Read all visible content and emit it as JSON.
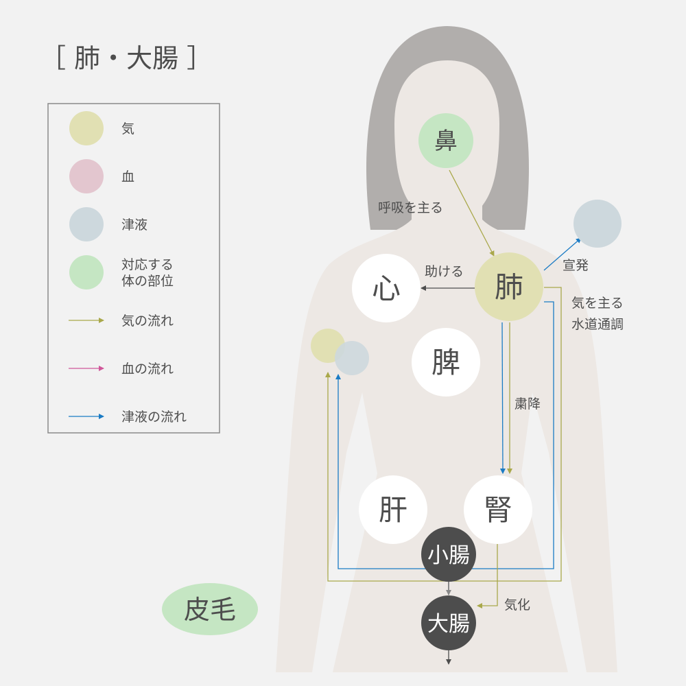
{
  "title": "［ 肺・大腸 ］",
  "legend": {
    "items": [
      {
        "label": "気",
        "color": "#e1e0b3"
      },
      {
        "label": "血",
        "color": "#e3c6cf"
      },
      {
        "label": "津液",
        "color": "#cdd8dd"
      },
      {
        "label_line1": "対応する",
        "label_line2": "体の部位",
        "color": "#c5e6c3"
      }
    ],
    "arrows": [
      {
        "label": "気の流れ",
        "color": "#a9a84a"
      },
      {
        "label": "血の流れ",
        "color": "#d0579a"
      },
      {
        "label": "津液の流れ",
        "color": "#1a7bc4"
      }
    ]
  },
  "organs": {
    "nose": "鼻",
    "lung": "肺",
    "heart": "心",
    "spleen": "脾",
    "liver": "肝",
    "kidney": "腎",
    "small_intestine": "小腸",
    "large_intestine": "大腸",
    "skin_hair": "皮毛"
  },
  "labels": {
    "breath": "呼吸を主る",
    "help": "助ける",
    "disperse": "宣発",
    "qi_line1": "気を主る",
    "qi_line2": "水道通調",
    "descend": "粛降",
    "qi_transform": "気化"
  }
}
